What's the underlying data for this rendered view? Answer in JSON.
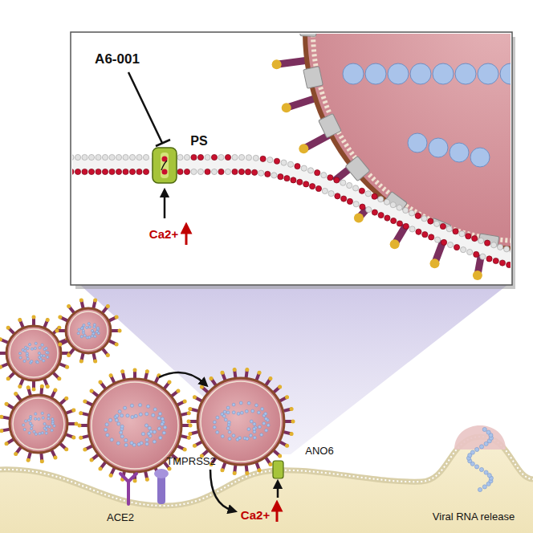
{
  "diagram": {
    "labels": [
      "A6-001",
      "PS",
      "Ca2+",
      "ACE2",
      "TMPRSS2",
      "ANO6",
      "Ca2+",
      "Viral RNA release"
    ]
  }
}
